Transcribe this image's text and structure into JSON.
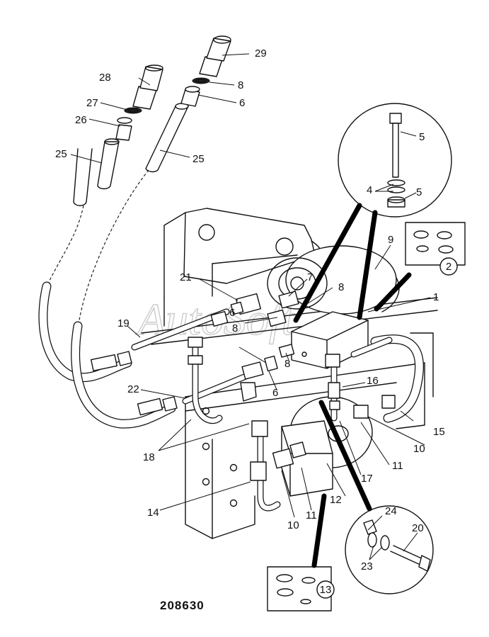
{
  "drawing_number": "208630",
  "watermark": "AutoSoft",
  "callouts": [
    "1",
    "2",
    "4",
    "5",
    "5",
    "6",
    "6",
    "6",
    "7",
    "8",
    "8",
    "8",
    "8",
    "9",
    "10",
    "10",
    "11",
    "11",
    "12",
    "13",
    "14",
    "15",
    "16",
    "17",
    "18",
    "19",
    "20",
    "21",
    "22",
    "23",
    "24",
    "25",
    "25",
    "26",
    "27",
    "28",
    "29"
  ],
  "insets": {
    "seal_kit_top": "2",
    "seal_kit_bottom": "13"
  }
}
